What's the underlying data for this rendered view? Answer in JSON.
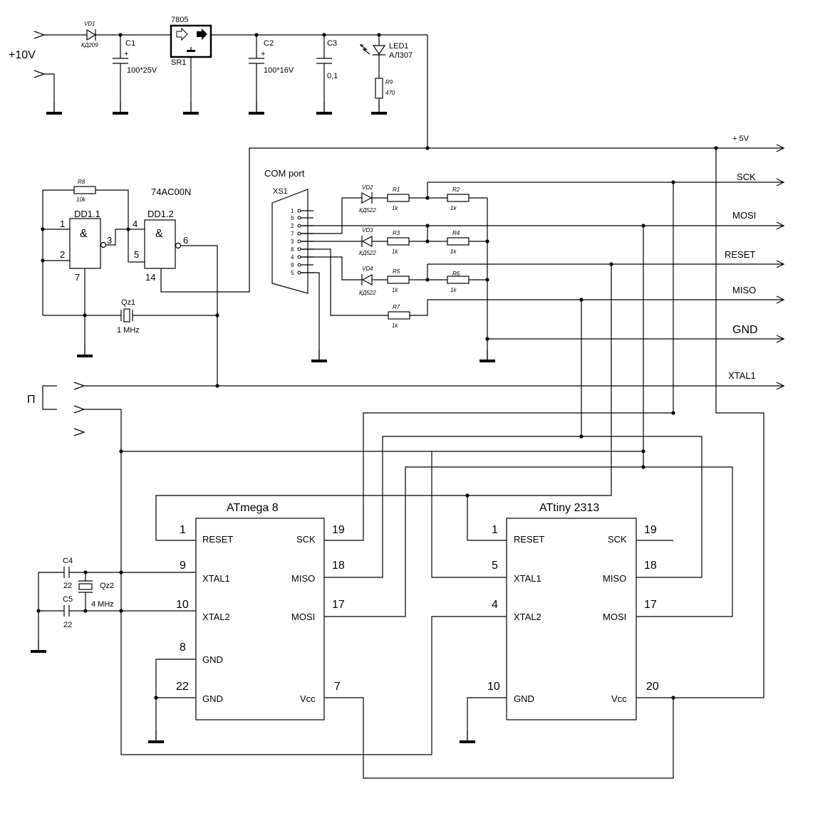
{
  "power": {
    "input_label": "+10V",
    "vd1_ref": "VD1",
    "vd1_type": "КД209",
    "c1_ref": "C1",
    "c1_value": "100*25V",
    "reg_name": "7805",
    "reg_ref": "SR1",
    "c2_ref": "C2",
    "c2_value": "100*16V",
    "c3_ref": "C3",
    "c3_value": "0,1",
    "led_ref": "LED1",
    "led_type": "АЛ307",
    "r9_ref": "R9",
    "r9_value": "470",
    "plus": "+"
  },
  "oscillator": {
    "chip": "74AC00N",
    "r8_ref": "R8",
    "r8_value": "10k",
    "dd11": "DD1.1",
    "dd12": "DD1.2",
    "nand": "&",
    "pins": {
      "p1": "1",
      "p2": "2",
      "p3": "3",
      "p4": "4",
      "p5": "5",
      "p6": "6",
      "p7": "7",
      "p14": "14"
    },
    "qz1_ref": "Qz1",
    "qz1_value": "1 MHz"
  },
  "com": {
    "title": "COM port",
    "ref": "XS1",
    "pins": [
      "1",
      "6",
      "2",
      "7",
      "3",
      "8",
      "4",
      "9",
      "5"
    ],
    "vd2": "VD2",
    "vd3": "VD3",
    "vd4": "VD4",
    "diode_type": "КД522",
    "r1": "R1",
    "r2": "R2",
    "r3": "R3",
    "r4": "R4",
    "r5": "R5",
    "r6": "R6",
    "r7": "R7",
    "rval": "1k"
  },
  "buses": {
    "plus5": "+ 5V",
    "sck": "SCK",
    "mosi": "MOSI",
    "reset": "RESET",
    "miso": "MISO",
    "gnd": "GND",
    "xtal1": "XTAL1"
  },
  "switch": {
    "label": "П"
  },
  "atmega": {
    "name": "ATmega 8",
    "reset": "RESET",
    "xtal1": "XTAL1",
    "xtal2": "XTAL2",
    "gnd": "GND",
    "sck": "SCK",
    "miso": "MISO",
    "mosi": "MOSI",
    "vcc": "Vcc",
    "p_reset": "1",
    "p_xtal1": "9",
    "p_xtal2": "10",
    "p_gnd1": "8",
    "p_gnd2": "22",
    "p_sck": "19",
    "p_miso": "18",
    "p_mosi": "17",
    "p_vcc": "7"
  },
  "attiny": {
    "name": "ATtiny 2313",
    "reset": "RESET",
    "xtal1": "XTAL1",
    "xtal2": "XTAL2",
    "gnd": "GND",
    "sck": "SCK",
    "miso": "MISO",
    "mosi": "MOSI",
    "vcc": "Vcc",
    "p_reset": "1",
    "p_xtal1": "5",
    "p_xtal2": "4",
    "p_gnd": "10",
    "p_sck": "19",
    "p_miso": "18",
    "p_mosi": "17",
    "p_vcc": "20"
  },
  "crystal2": {
    "c4_ref": "C4",
    "c4_value": "22",
    "c5_ref": "C5",
    "c5_value": "22",
    "qz2_ref": "Qz2",
    "qz2_value": "4 MHz"
  }
}
